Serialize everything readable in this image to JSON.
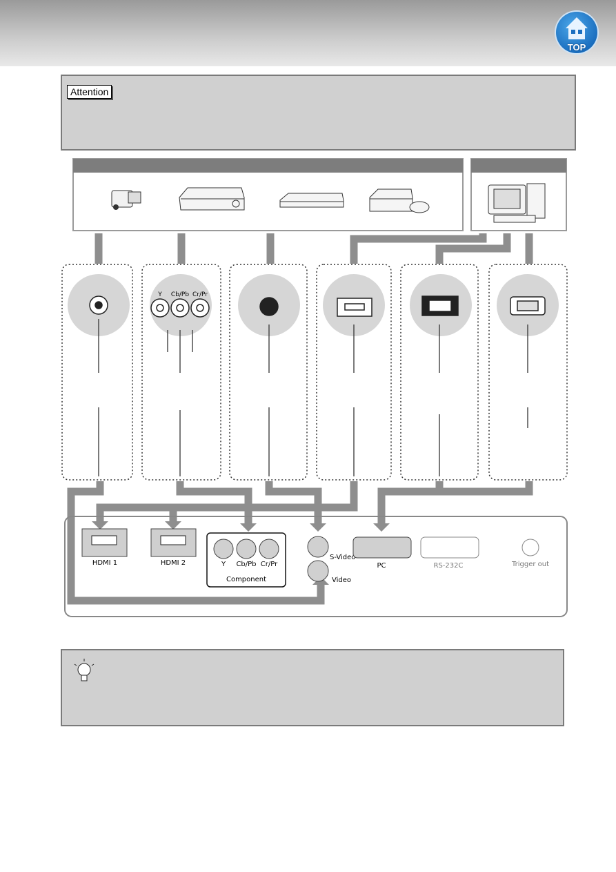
{
  "header": {
    "top_button_label": "TOP"
  },
  "attention": {
    "label": "Attention"
  },
  "ports": {
    "component_y": "Y",
    "component_cbpb": "Cb/Pb",
    "component_crpr": "Cr/Pr"
  },
  "projector_panel": {
    "hdmi1": "HDMI 1",
    "hdmi2": "HDMI 2",
    "y": "Y",
    "cbpb": "Cb/Pb",
    "crpr": "Cr/Pr",
    "component": "Component",
    "svideo": "S-Video",
    "video": "Video",
    "pc": "PC",
    "rs232c": "RS-232C",
    "trigger_out": "Trigger out"
  },
  "colors": {
    "pipe": "#8e8e8e",
    "accent_blue": "#1b6fc0",
    "panel_gray": "#d0d0d0"
  },
  "icons": [
    "top-home-icon",
    "camcorder-icon",
    "video-deck-icon",
    "disc-player-icon",
    "game-console-icon",
    "computer-icon",
    "tip-lightbulb-icon"
  ]
}
